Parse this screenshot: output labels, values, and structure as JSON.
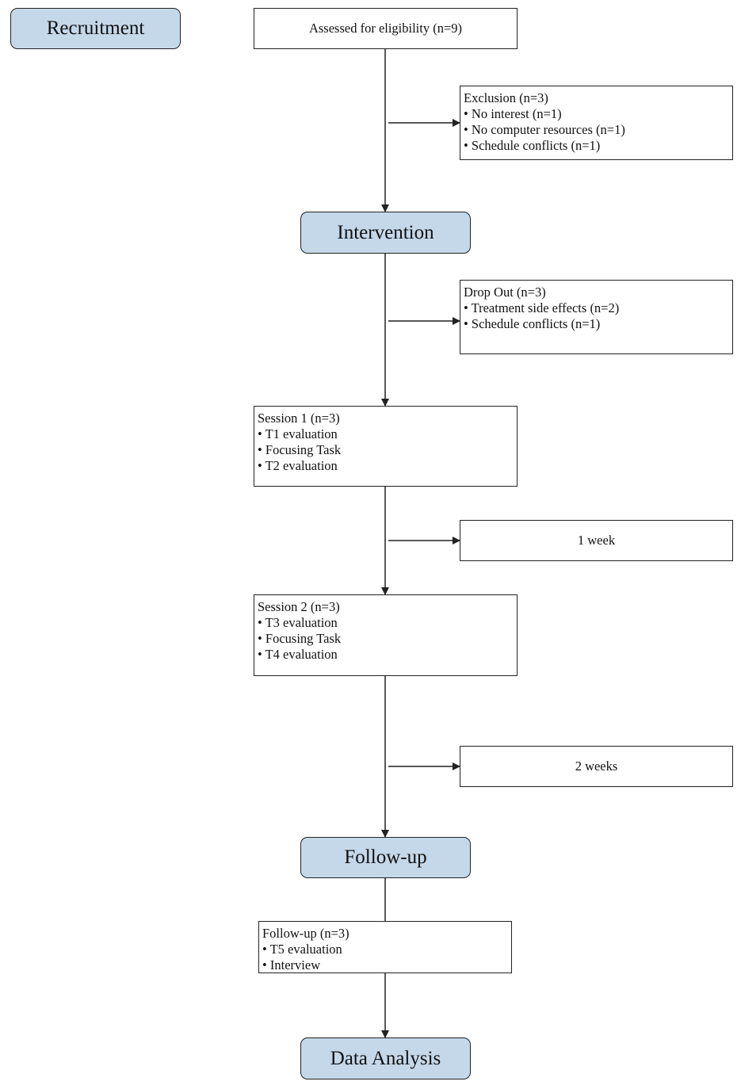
{
  "stages": {
    "recruitment": "Recruitment",
    "intervention": "Intervention",
    "follow_up": "Follow-up",
    "data_analysis": "Data Analysis"
  },
  "boxes": {
    "assessed": "Assessed for eligibility (n=9)",
    "exclusion": {
      "title": "Exclusion (n=3)",
      "items": [
        "• No interest (n=1)",
        "• No computer resources (n=1)",
        "• Schedule conflicts (n=1)"
      ]
    },
    "drop_out": {
      "title": "Drop Out (n=3)",
      "items": [
        "• Treatment side effects (n=2)",
        "• Schedule conflicts (n=1)"
      ]
    },
    "session1": {
      "title": "Session 1 (n=3)",
      "items": [
        "• T1 evaluation",
        "• Focusing Task",
        "• T2 evaluation"
      ]
    },
    "interval1": "1 week",
    "session2": {
      "title": "Session 2 (n=3)",
      "items": [
        "• T3 evaluation",
        "• Focusing Task",
        "• T4 evaluation"
      ]
    },
    "interval2": "2 weeks",
    "follow_up": {
      "title": "Follow-up (n=3)",
      "items": [
        "• T5 evaluation",
        "• Interview"
      ]
    }
  }
}
